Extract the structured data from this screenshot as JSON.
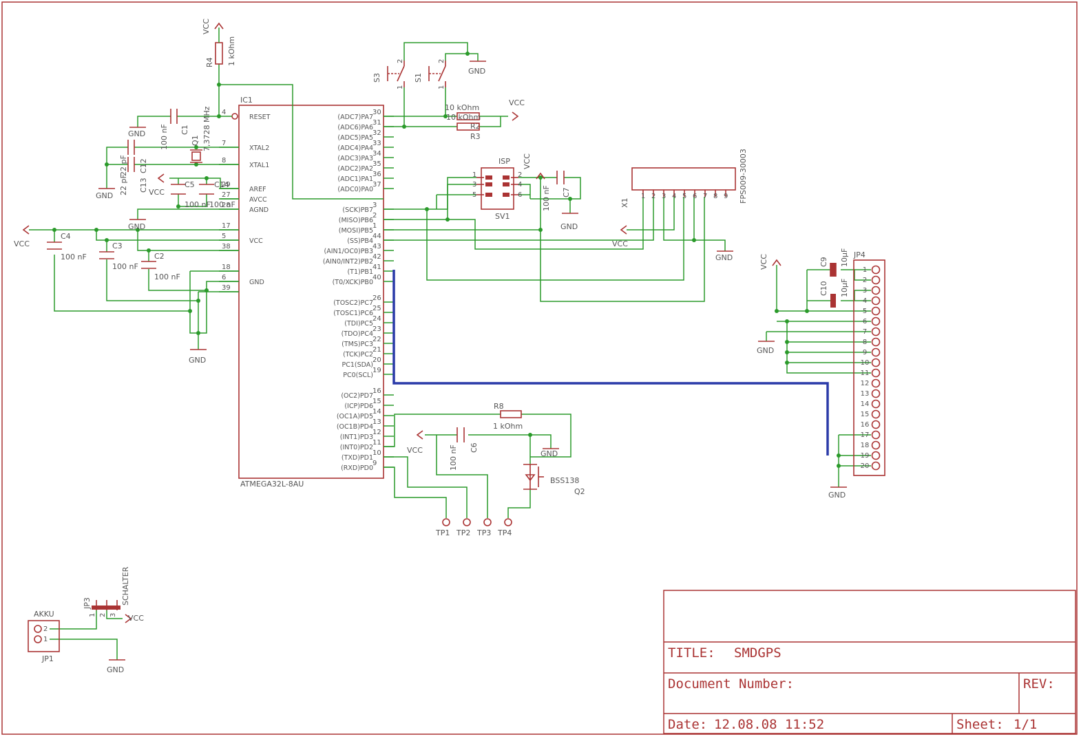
{
  "labels": {
    "vcc": "VCC",
    "gnd": "GND"
  },
  "components": {
    "ic1": {
      "ref": "IC1",
      "value": "ATMEGA32L-8AU"
    },
    "r4": {
      "ref": "R4",
      "value": "1 kOhm"
    },
    "r2": {
      "ref": "R2",
      "value": "10 kOhm"
    },
    "r3": {
      "ref": "R3",
      "value": "10 kOhm"
    },
    "r8": {
      "ref": "R8",
      "value": "1 kOhm"
    },
    "c1": {
      "ref": "C1",
      "value": "100 nF"
    },
    "c2": {
      "ref": "C2",
      "value": "100 nF"
    },
    "c3": {
      "ref": "C3",
      "value": "100 nF"
    },
    "c4": {
      "ref": "C4",
      "value": "100 nF"
    },
    "c5": {
      "ref": "C5",
      "value": "100 nF"
    },
    "c14": {
      "ref": "C14",
      "value": "100 nF"
    },
    "c6": {
      "ref": "C6",
      "value": "100 nF"
    },
    "c7": {
      "ref": "C7",
      "value": "100 nF"
    },
    "c12": {
      "ref": "C12",
      "value": "22 pF"
    },
    "c13": {
      "ref": "C13",
      "value": "22 pF"
    },
    "c9": {
      "ref": "C9",
      "value": "10µF"
    },
    "c10": {
      "ref": "C10",
      "value": "10µF"
    },
    "q1": {
      "ref": "Q1",
      "value": "7,3728 MHz"
    },
    "q2": {
      "ref": "Q2",
      "value": "BSS138"
    },
    "s1": {
      "ref": "S1"
    },
    "s3": {
      "ref": "S3"
    },
    "sv1": {
      "ref": "SV1",
      "value": "ISP"
    },
    "x1": {
      "ref": "X1",
      "value": "FPS009-30003"
    },
    "jp4": {
      "ref": "JP4"
    },
    "jp1": {
      "ref": "JP1",
      "value": "AKKU"
    },
    "jp3": {
      "ref": "JP3",
      "value": "SCHALTER"
    },
    "tp1": {
      "ref": "TP1"
    },
    "tp2": {
      "ref": "TP2"
    },
    "tp3": {
      "ref": "TP3"
    },
    "tp4": {
      "ref": "TP4"
    }
  },
  "ic1_left_pins": [
    {
      "num": "4",
      "name": "RESET"
    },
    {
      "num": "7",
      "name": "XTAL2"
    },
    {
      "num": "8",
      "name": "XTAL1"
    },
    {
      "num": "29",
      "name": "AREF"
    },
    {
      "num": "27",
      "name": "AVCC"
    },
    {
      "num": "28",
      "name": "AGND"
    },
    {
      "num": "17",
      "name": ""
    },
    {
      "num": "5",
      "name": "VCC"
    },
    {
      "num": "38",
      "name": ""
    },
    {
      "num": "18",
      "name": ""
    },
    {
      "num": "6",
      "name": "GND"
    },
    {
      "num": "39",
      "name": ""
    }
  ],
  "ic1_right_pins": [
    {
      "num": "30",
      "name": "(ADC7)PA7"
    },
    {
      "num": "31",
      "name": "(ADC6)PA6"
    },
    {
      "num": "32",
      "name": "(ADC5)PA5"
    },
    {
      "num": "33",
      "name": "(ADC4)PA4"
    },
    {
      "num": "34",
      "name": "(ADC3)PA3"
    },
    {
      "num": "35",
      "name": "(ADC2)PA2"
    },
    {
      "num": "36",
      "name": "(ADC1)PA1"
    },
    {
      "num": "37",
      "name": "(ADC0)PA0"
    },
    {
      "num": "3",
      "name": "(SCK)PB7"
    },
    {
      "num": "2",
      "name": "(MISO)PB6"
    },
    {
      "num": "1",
      "name": "(MOSI)PB5"
    },
    {
      "num": "44",
      "name": "(SS)PB4"
    },
    {
      "num": "43",
      "name": "(AIN1/OC0)PB3"
    },
    {
      "num": "42",
      "name": "(AIN0/INT2)PB2"
    },
    {
      "num": "41",
      "name": "(T1)PB1"
    },
    {
      "num": "40",
      "name": "(T0/XCK)PB0"
    },
    {
      "num": "26",
      "name": "(TOSC2)PC7"
    },
    {
      "num": "25",
      "name": "(TOSC1)PC6"
    },
    {
      "num": "24",
      "name": "(TDI)PC5"
    },
    {
      "num": "23",
      "name": "(TDO)PC4"
    },
    {
      "num": "22",
      "name": "(TMS)PC3"
    },
    {
      "num": "21",
      "name": "(TCK)PC2"
    },
    {
      "num": "20",
      "name": "PC1(SDA)"
    },
    {
      "num": "19",
      "name": "PC0(SCL)"
    },
    {
      "num": "16",
      "name": "(OC2)PD7"
    },
    {
      "num": "15",
      "name": "(ICP)PD6"
    },
    {
      "num": "14",
      "name": "(OC1A)PD5"
    },
    {
      "num": "13",
      "name": "(OC1B)PD4"
    },
    {
      "num": "12",
      "name": "(INT1)PD3"
    },
    {
      "num": "11",
      "name": "(INT0)PD2"
    },
    {
      "num": "10",
      "name": "(TXD)PD1"
    },
    {
      "num": "9",
      "name": "(RXD)PD0"
    }
  ],
  "sv1_pins": [
    "1",
    "2",
    "3",
    "4",
    "5",
    "6"
  ],
  "x1_pins": [
    "1",
    "2",
    "3",
    "4",
    "5",
    "6",
    "7",
    "8",
    "9"
  ],
  "jp4_pins": [
    "1",
    "2",
    "3",
    "4",
    "5",
    "6",
    "7",
    "8",
    "9",
    "10",
    "11",
    "12",
    "13",
    "14",
    "15",
    "16",
    "17",
    "18",
    "19",
    "20"
  ],
  "switch_pins": {
    "a": "1",
    "b": "2"
  },
  "jp1_pins": [
    "2",
    "1"
  ],
  "jp3_pins": [
    "1",
    "2",
    "3"
  ],
  "title_block": {
    "title_label": "TITLE:",
    "title_value": "SMDGPS",
    "doc_label": "Document Number:",
    "rev_label": "REV:",
    "date_label": "Date:",
    "date_value": "12.08.08 11:52",
    "sheet_label": "Sheet:",
    "sheet_value": "1/1"
  }
}
